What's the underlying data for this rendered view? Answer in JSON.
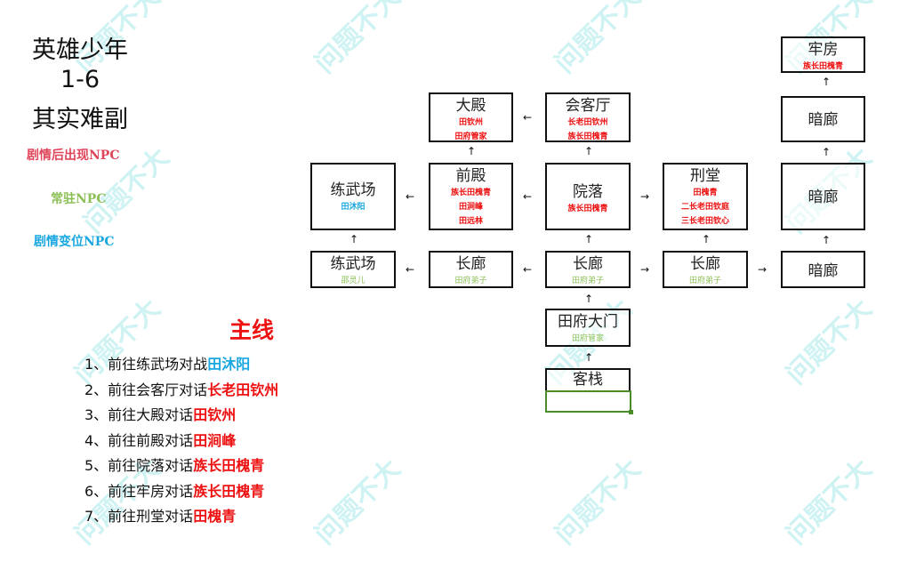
{
  "watermark": "问题不大",
  "title": {
    "line1": "英雄少年",
    "line2": "1-6",
    "line3": "其实难副"
  },
  "legend": {
    "after_story": "剧情后出现NPC",
    "resident": "常驻NPC",
    "moving": "剧情变位NPC"
  },
  "colors": {
    "after_story": "#e0455a",
    "resident": "#8dc158",
    "moving": "#1aa7e0",
    "red": "#ee1111"
  },
  "nodes": {
    "laofang": {
      "name": "牢房",
      "npcs": [
        "族长田槐青"
      ]
    },
    "anlang1": {
      "name": "暗廊"
    },
    "anlang2": {
      "name": "暗廊"
    },
    "anlang3": {
      "name": "暗廊"
    },
    "dadian": {
      "name": "大殿",
      "npcs": [
        "田钦州",
        "田府管家"
      ]
    },
    "huiketing": {
      "name": "会客厅",
      "npcs": [
        "长老田钦州",
        "族长田槐青"
      ]
    },
    "lianwuchang1": {
      "name": "练武场",
      "npcs": [
        "田沐阳"
      ]
    },
    "qiandian": {
      "name": "前殿",
      "npcs": [
        "族长田槐青",
        "田涧峰",
        "田远林"
      ]
    },
    "yuanluo": {
      "name": "院落",
      "npcs": [
        "族长田槐青"
      ]
    },
    "xingtang": {
      "name": "刑堂",
      "npcs": [
        "田槐青",
        "二长老田钦庭",
        "三长老田钦心"
      ]
    },
    "lianwuchang2": {
      "name": "练武场",
      "npcs": [
        "邵灵儿"
      ]
    },
    "changlang1": {
      "name": "长廊",
      "npcs": [
        "田府弟子"
      ]
    },
    "changlang2": {
      "name": "长廊",
      "npcs": [
        "田府弟子"
      ]
    },
    "changlang3": {
      "name": "长廊",
      "npcs": [
        "田府弟子"
      ]
    },
    "damen": {
      "name": "田府大门",
      "npcs": [
        "田府管家"
      ]
    },
    "kezhan": {
      "name": "客栈"
    }
  },
  "mainline": {
    "heading": "主线",
    "steps": [
      {
        "text": "1、前往练武场对战",
        "target": "田沐阳"
      },
      {
        "text": "2、前往会客厅对话",
        "target": "长老田钦州"
      },
      {
        "text": "3、前往大殿对话",
        "target": "田钦州"
      },
      {
        "text": "4、前往前殿对话",
        "target": "田涧峰"
      },
      {
        "text": "5、前往院落对话",
        "target": "族长田槐青"
      },
      {
        "text": "6、前往牢房对话",
        "target": "族长田槐青"
      },
      {
        "text": "7、前往刑堂对话",
        "target": "田槐青"
      }
    ]
  },
  "arrows": {
    "left": "←",
    "right": "→",
    "up": "↑"
  }
}
